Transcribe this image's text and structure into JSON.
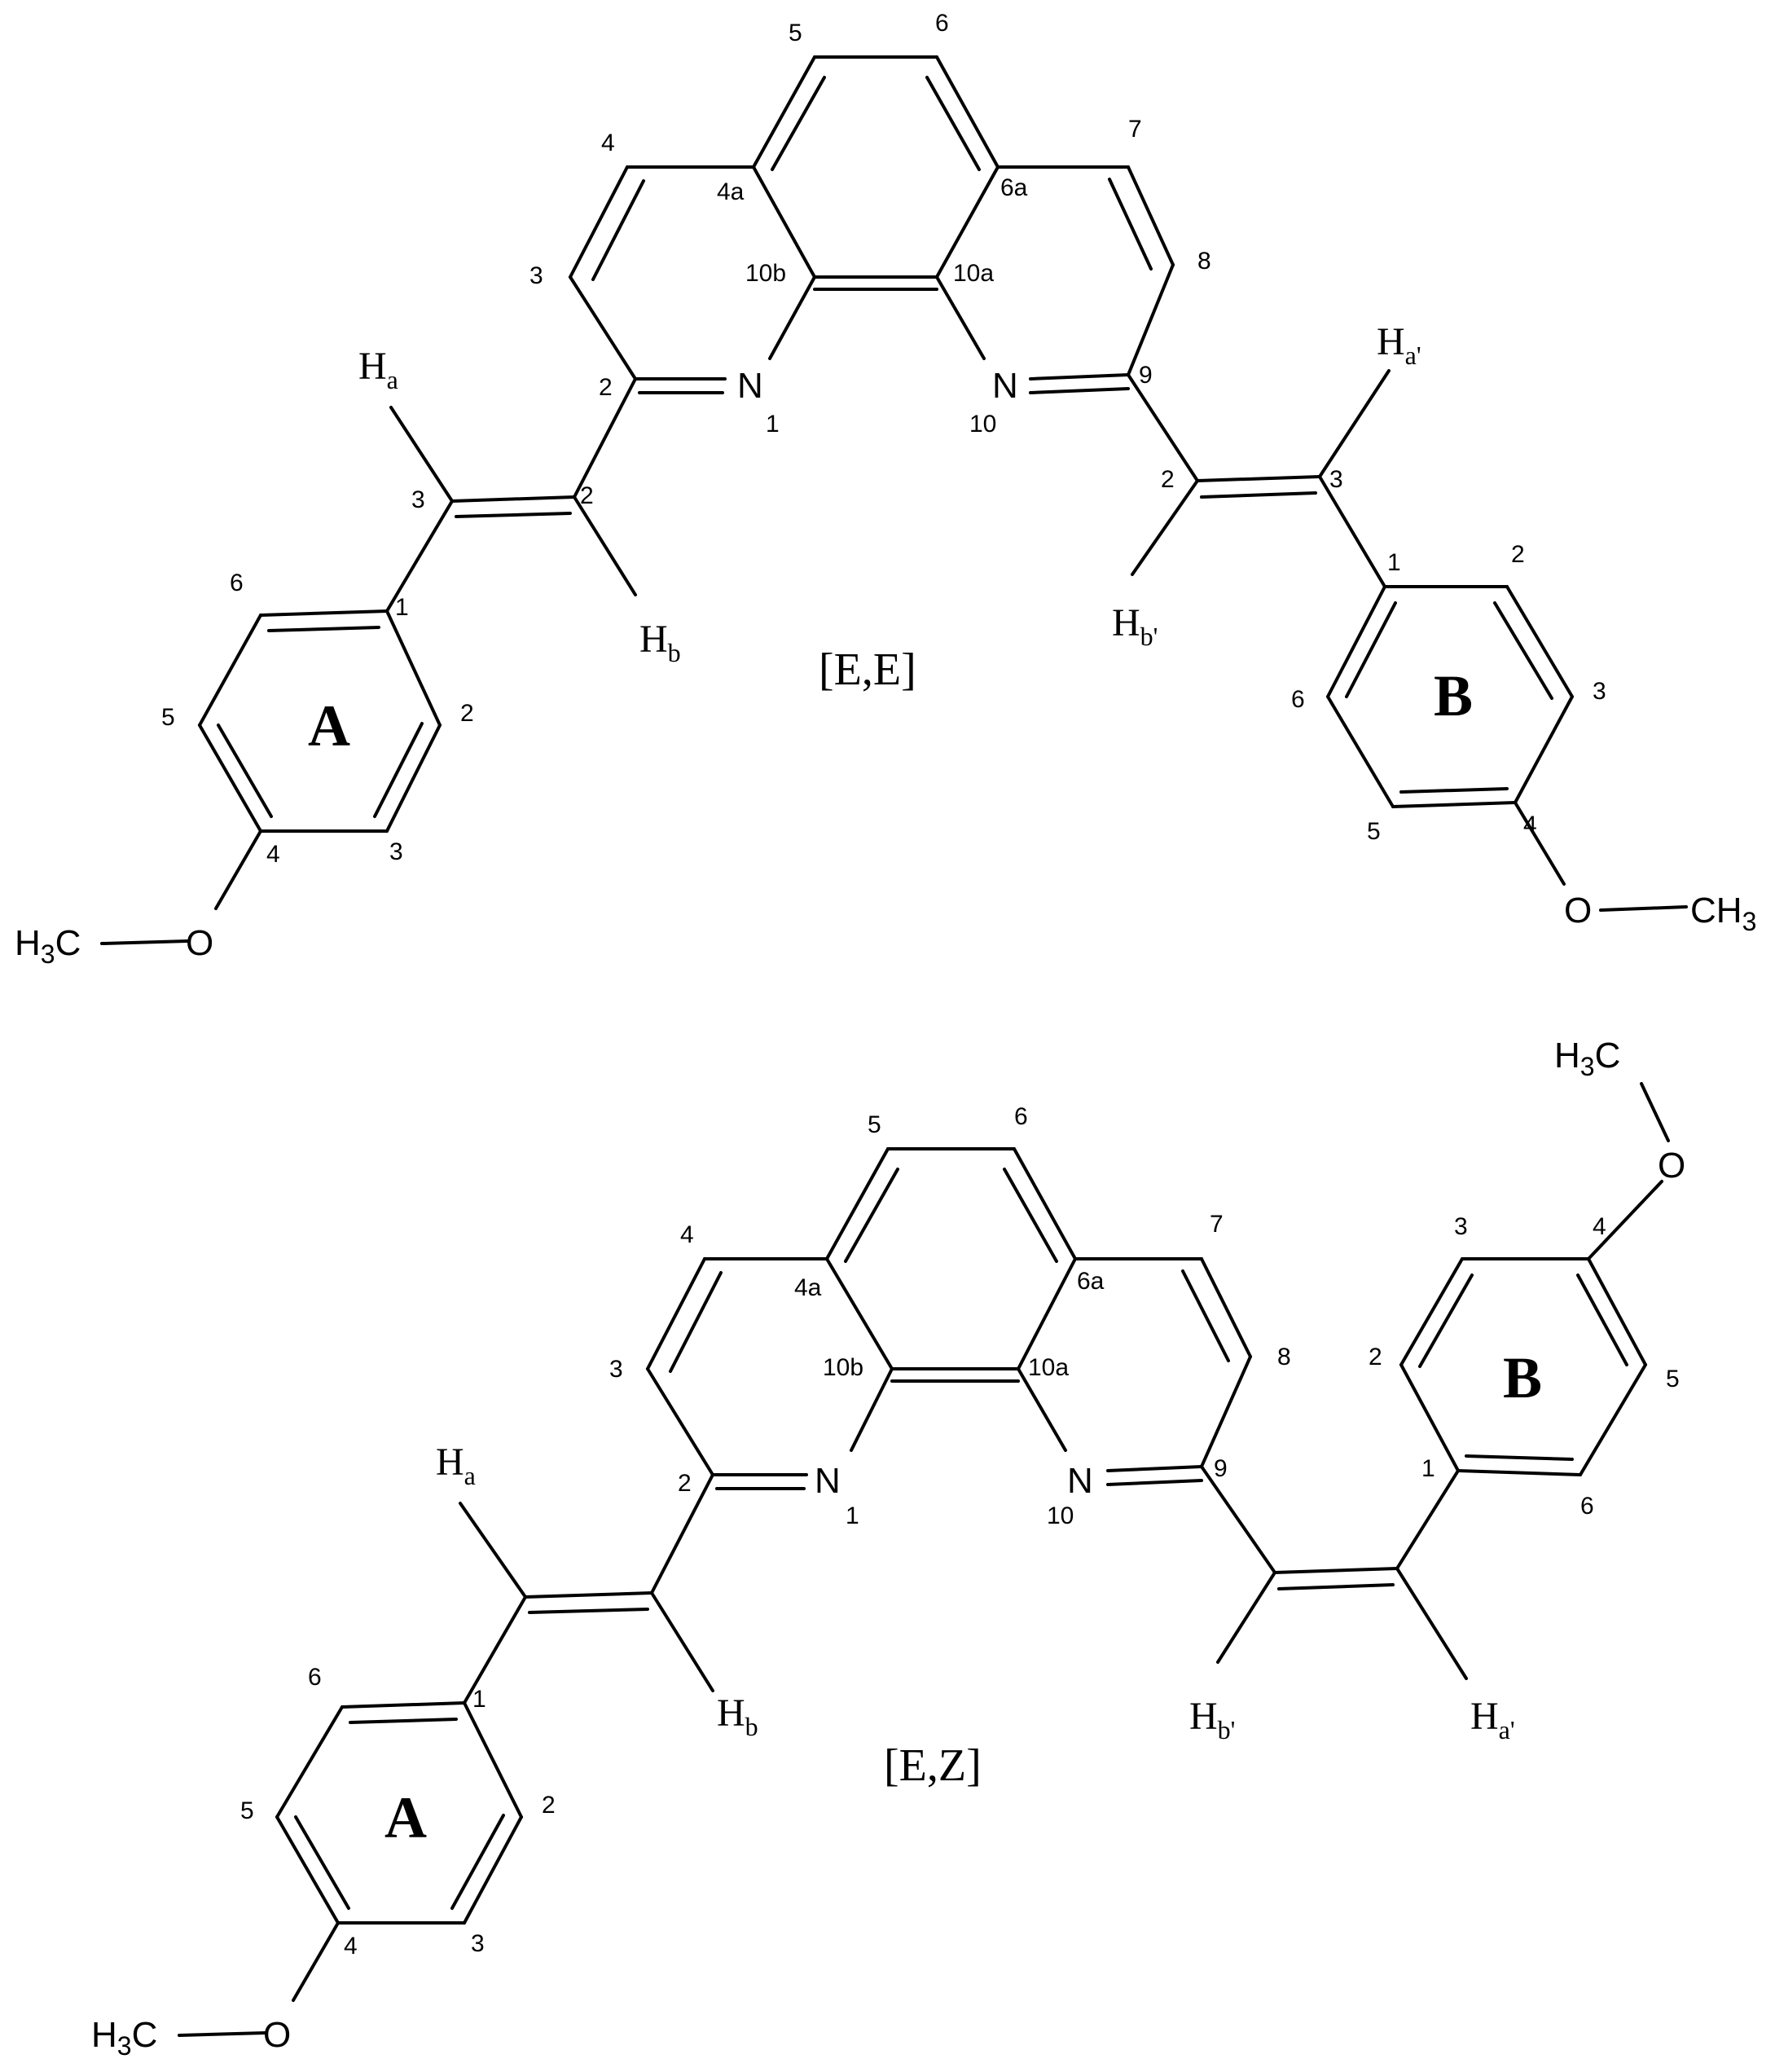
{
  "structures": [
    {
      "isomer_label": "[E,E]",
      "ring_a": "A",
      "ring_b": "B",
      "N1": "N",
      "N10": "N",
      "phen_numbers": {
        "n1": "1",
        "n2": "2",
        "n3": "3",
        "n4": "4",
        "n4a": "4a",
        "n5": "5",
        "n6": "6",
        "n6a": "6a",
        "n7": "7",
        "n8": "8",
        "n9": "9",
        "n10": "10",
        "n10a": "10a",
        "n10b": "10b"
      },
      "left_vinyl_numbers": {
        "c2": "2",
        "c3": "3"
      },
      "right_vinyl_numbers": {
        "c2": "2",
        "c3": "3"
      },
      "ring_a_numbers": {
        "c1": "1",
        "c2": "2",
        "c3": "3",
        "c4": "4",
        "c5": "5",
        "c6": "6"
      },
      "ring_b_numbers": {
        "c1": "1",
        "c2": "2",
        "c3": "3",
        "c4": "4",
        "c5": "5",
        "c6": "6"
      },
      "ha": {
        "base": "H",
        "sub": "a"
      },
      "hb": {
        "base": "H",
        "sub": "b"
      },
      "ha_prime": {
        "base": "H",
        "sub": "a'"
      },
      "hb_prime": {
        "base": "H",
        "sub": "b'"
      },
      "methoxy_a": {
        "h": "H",
        "sub": "3",
        "c": "C",
        "o": "O"
      },
      "methoxy_b": {
        "o": "O",
        "c": "CH",
        "sub": "3"
      }
    },
    {
      "isomer_label": "[E,Z]",
      "ring_a": "A",
      "ring_b": "B",
      "N1": "N",
      "N10": "N",
      "phen_numbers": {
        "n1": "1",
        "n2": "2",
        "n3": "3",
        "n4": "4",
        "n4a": "4a",
        "n5": "5",
        "n6": "6",
        "n6a": "6a",
        "n7": "7",
        "n8": "8",
        "n9": "9",
        "n10": "10",
        "n10a": "10a",
        "n10b": "10b"
      },
      "ring_a_numbers": {
        "c1": "1",
        "c2": "2",
        "c3": "3",
        "c4": "4",
        "c5": "5",
        "c6": "6"
      },
      "ring_b_numbers": {
        "c1": "1",
        "c2": "2",
        "c3": "3",
        "c4": "4",
        "c5": "5",
        "c6": "6"
      },
      "ha": {
        "base": "H",
        "sub": "a"
      },
      "hb": {
        "base": "H",
        "sub": "b"
      },
      "ha_prime": {
        "base": "H",
        "sub": "a'"
      },
      "hb_prime": {
        "base": "H",
        "sub": "b'"
      },
      "methoxy_a": {
        "h": "H",
        "sub": "3",
        "c": "C",
        "o": "O"
      },
      "methoxy_b": {
        "h": "H",
        "sub": "3",
        "c": "C",
        "o": "O"
      }
    }
  ]
}
